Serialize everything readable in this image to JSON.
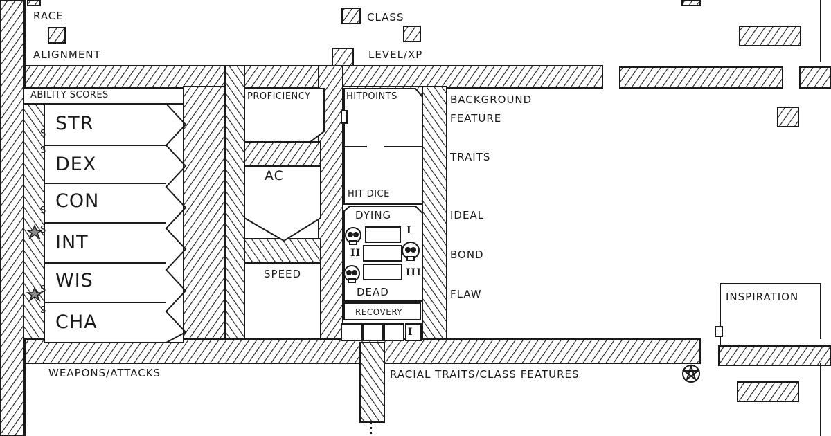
{
  "labels": {
    "race": "RACE",
    "alignment": "ALIGNMENT",
    "class": "CLASS",
    "level_xp": "LEVEL/XP",
    "ability_scores": "ABILITY SCORES",
    "proficiency": "PROFICIENCY",
    "hit_points": "HITPOINTS",
    "hit_dice": "HIT DICE",
    "ac": "AC",
    "speed": "SPEED",
    "dying": "DYING",
    "dead": "DEAD",
    "recovery": "RECOVERY",
    "background": "BACKGROUND",
    "feature": "FEATURE",
    "traits": "TRAITS",
    "ideal": "IDEAL",
    "bond": "BOND",
    "flaw": "FLAW",
    "inspiration": "INSPIRATION",
    "weapons_attacks": "WEAPONS/ATTACKS",
    "racial_traits_class_features": "RACIAL TRAITS/CLASS FEATURES"
  },
  "abilities": [
    "STR",
    "DEX",
    "CON",
    "INT",
    "WIS",
    "CHA"
  ],
  "save_marks": [
    "S",
    "S",
    "S",
    "S",
    "S",
    "S"
  ],
  "roman": {
    "one": "I",
    "two": "II",
    "three": "III",
    "one_b": "I"
  },
  "colors": {
    "ink": "#1a1a1a",
    "paper": "#ffffff",
    "star": "#8a8a8a"
  }
}
